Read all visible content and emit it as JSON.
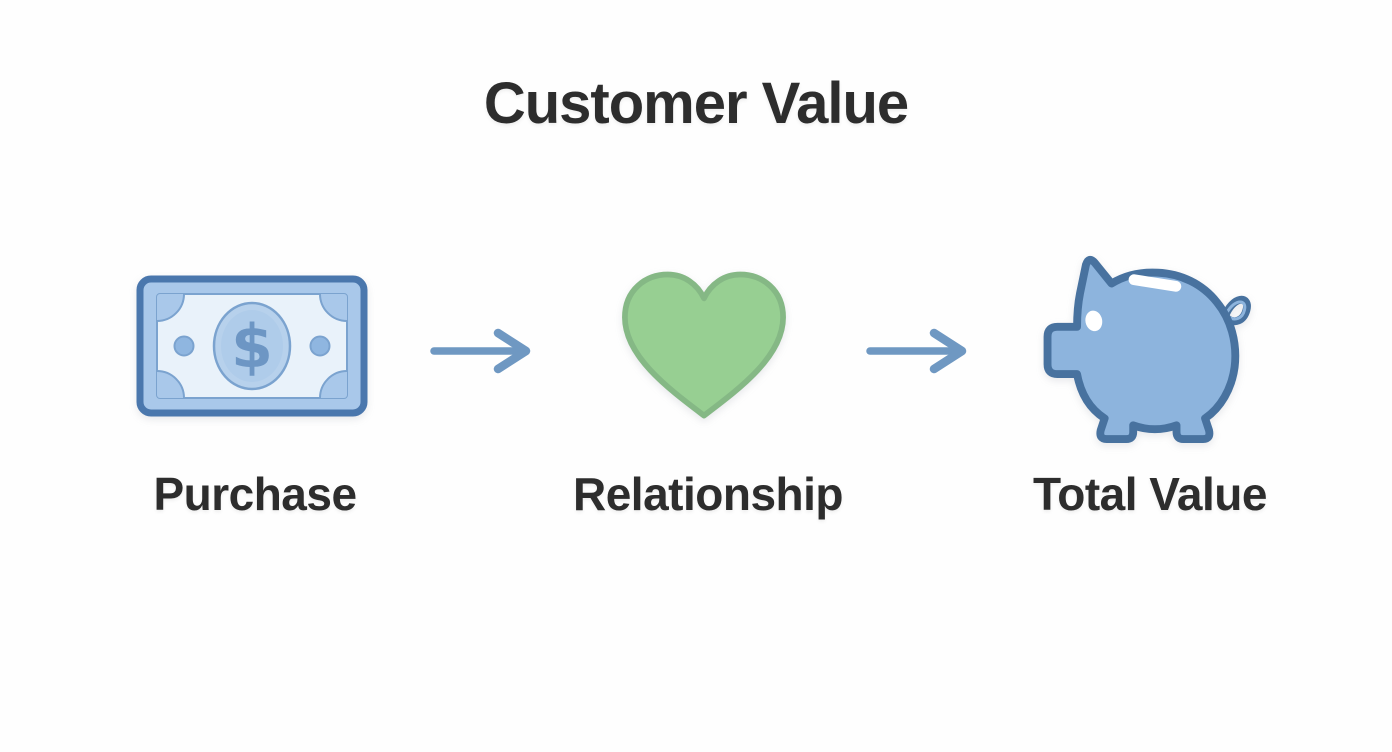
{
  "title": "Customer Value",
  "steps": [
    {
      "label": "Purchase",
      "icon": "money-bill-icon",
      "glyph": "$"
    },
    {
      "label": "Relationship",
      "icon": "heart-icon",
      "glyph": ""
    },
    {
      "label": "Total Value",
      "icon": "piggy-bank-icon",
      "glyph": ""
    }
  ],
  "arrows": [
    {
      "name": "arrow-purchase-to-relationship",
      "direction": "right"
    },
    {
      "name": "arrow-relationship-to-total",
      "direction": "right"
    }
  ],
  "colors": {
    "text": "#2d2d2d",
    "arrow": "#6f98c2",
    "bill-border": "#4a77ad",
    "bill-band": "#a9c8ea",
    "bill-inner": "#e9f2fa",
    "bill-line": "#7ba3cf",
    "bill-dot": "#8fb6e0",
    "bill-circle": "#b7d1ec",
    "bill-circle-inner": "#afccea",
    "dollar": "#6d96c4",
    "heart-fill": "#97cf92",
    "heart-border": "#85b885",
    "pig-fill": "#8db4dd",
    "pig-border": "#48729f"
  }
}
